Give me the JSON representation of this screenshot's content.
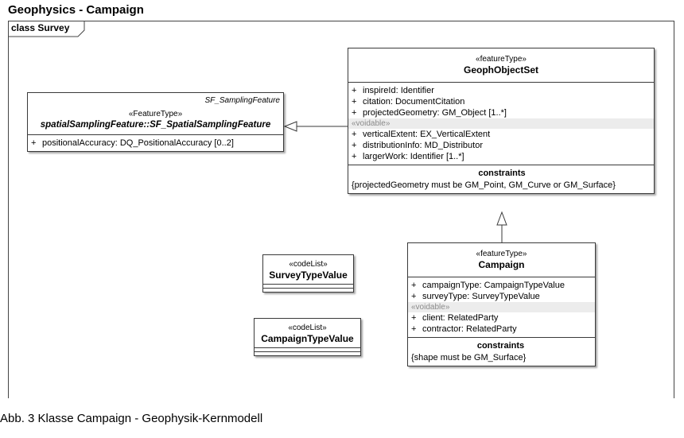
{
  "title": "Geophysics - Campaign",
  "frame_label": "class Survey",
  "caption": "Abb. 3 Klasse Campaign - Geophysik-Kernmodell",
  "classes": {
    "sampling": {
      "parent_ref": "SF_SamplingFeature",
      "stereotype": "«FeatureType»",
      "name": "spatialSamplingFeature::SF_SpatialSamplingFeature",
      "attrs": [
        {
          "vis": "+",
          "text": "positionalAccuracy:  DQ_PositionalAccuracy [0..2]"
        }
      ]
    },
    "geoph": {
      "stereotype": "«featureType»",
      "name": "GeophObjectSet",
      "attrs": [
        {
          "vis": "+",
          "text": "inspireId:  Identifier"
        },
        {
          "vis": "+",
          "text": "citation:  DocumentCitation"
        },
        {
          "vis": "+",
          "text": "projectedGeometry:  GM_Object [1..*]"
        }
      ],
      "voidable_label": "«voidable»",
      "voidable_attrs": [
        {
          "vis": "+",
          "text": "verticalExtent:  EX_VerticalExtent"
        },
        {
          "vis": "+",
          "text": "distributionInfo:  MD_Distributor"
        },
        {
          "vis": "+",
          "text": "largerWork:  Identifier [1..*]"
        }
      ],
      "constraints_title": "constraints",
      "constraints": "{projectedGeometry must be GM_Point, GM_Curve or GM_Surface}"
    },
    "campaign": {
      "stereotype": "«featureType»",
      "name": "Campaign",
      "attrs": [
        {
          "vis": "+",
          "text": "campaignType:  CampaignTypeValue"
        },
        {
          "vis": "+",
          "text": "surveyType:  SurveyTypeValue"
        }
      ],
      "voidable_label": "«voidable»",
      "voidable_attrs": [
        {
          "vis": "+",
          "text": "client:  RelatedParty"
        },
        {
          "vis": "+",
          "text": "contractor:  RelatedParty"
        }
      ],
      "constraints_title": "constraints",
      "constraints": "{shape must be GM_Surface}"
    },
    "survey_type": {
      "stereotype": "«codeList»",
      "name": "SurveyTypeValue"
    },
    "campaign_type": {
      "stereotype": "«codeList»",
      "name": "CampaignTypeValue"
    }
  }
}
